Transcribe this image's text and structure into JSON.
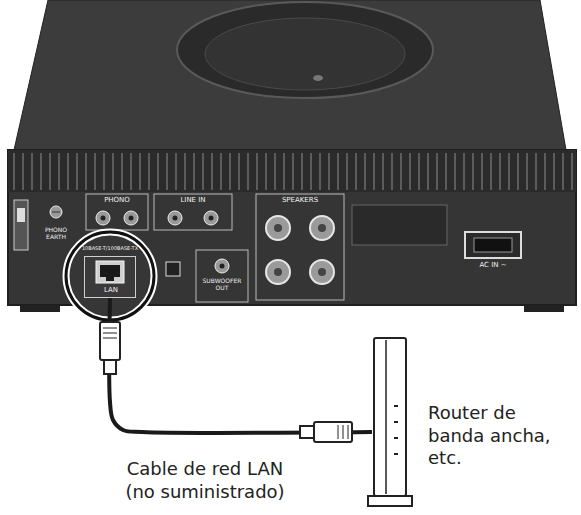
{
  "diagram": {
    "nodes": [
      {
        "text": [
          "LAN"
        ]
      },
      {
        "text": [
          "Router de banda ancha, etc."
        ]
      }
    ],
    "edges": [
      {
        "from": 0,
        "to": 1,
        "arrow": "none",
        "label": "Cable de red LAN (no suministrado)"
      }
    ],
    "labels": [
      "10BASE-T/100BASE-TX",
      "PHONO",
      "PHONO EARTH",
      "LINE IN",
      "SPEAKERS",
      "SUBWOOFER OUT",
      "AC IN ~"
    ]
  }
}
